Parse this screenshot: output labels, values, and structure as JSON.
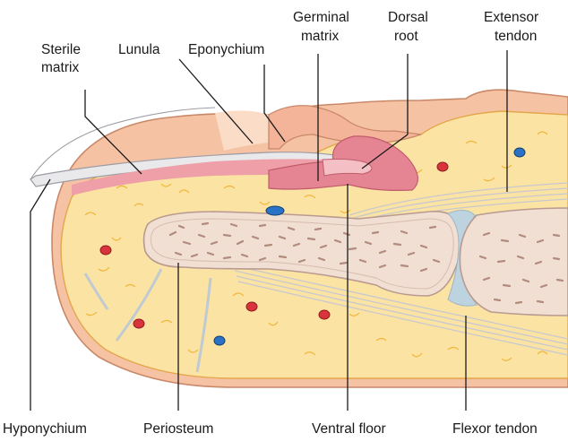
{
  "labels": {
    "sterile_matrix": [
      "Sterile",
      "matrix"
    ],
    "lunula": "Lunula",
    "eponychium": "Eponychium",
    "germinal_matrix": [
      "Germinal",
      "matrix"
    ],
    "dorsal_root": [
      "Dorsal",
      "root"
    ],
    "extensor_tendon": [
      "Extensor",
      "tendon"
    ],
    "hyponychium": "Hyponychium",
    "periosteum": "Periosteum",
    "ventral_floor": "Ventral floor",
    "flexor_tendon": "Flexor tendon"
  },
  "colors": {
    "fat_tissue": "#fbe3a3",
    "fat_veins": "#f0b63a",
    "skin": "#f9cfae",
    "skin_outline": "#c98868",
    "nail_matrix": "#ee9fa8",
    "germinal_dark": "#e58593",
    "bone": "#f0dfd2",
    "bone_outline": "#b99a90",
    "tendon": "#d4d4d8",
    "joint_cartilage": "#bdd3e0",
    "vessel_red": "#d9343c",
    "vessel_blue": "#2a72c6"
  }
}
